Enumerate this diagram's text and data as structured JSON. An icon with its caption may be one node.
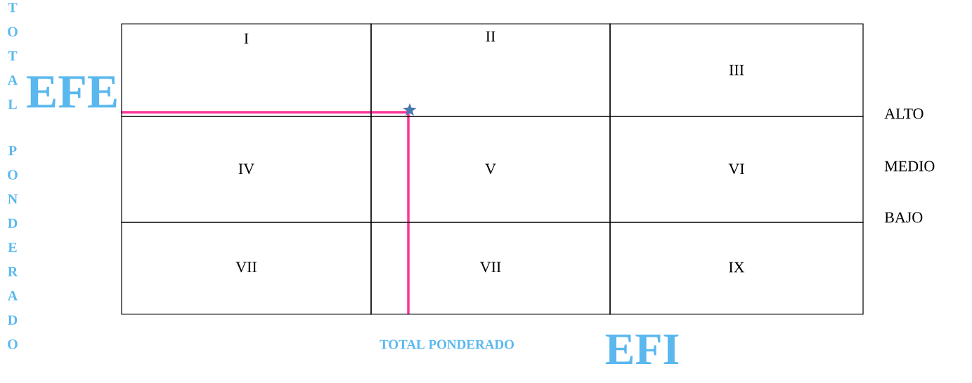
{
  "diagram": {
    "nodes": [
      {
        "text": [
          "I"
        ]
      },
      {
        "text": [
          "II"
        ]
      },
      {
        "text": [
          "III"
        ]
      },
      {
        "text": [
          "IV"
        ]
      },
      {
        "text": [
          "V"
        ]
      },
      {
        "text": [
          "VI"
        ]
      },
      {
        "text": [
          "VII"
        ]
      },
      {
        "text": [
          "VII"
        ]
      },
      {
        "text": [
          "IX"
        ]
      }
    ],
    "labels": [
      "TOTAL",
      "PONDERADO",
      "EFE",
      "ALTO",
      "MEDIO",
      "BAJO",
      "TOTAL PONDERADO",
      "EFI"
    ]
  }
}
